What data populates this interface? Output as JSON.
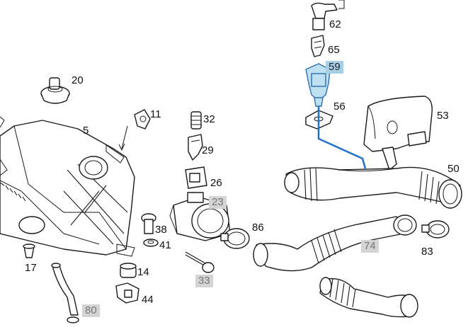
{
  "diagram": {
    "highlight_color": "#a7cfe3",
    "reference_tag_color": "#d4d4d4",
    "line_color": "#1f72c8",
    "labels": [
      {
        "id": "l62",
        "text": "62",
        "style": "plain"
      },
      {
        "id": "l65",
        "text": "65",
        "style": "plain"
      },
      {
        "id": "l59",
        "text": "59",
        "style": "highlight"
      },
      {
        "id": "l56",
        "text": "56",
        "style": "plain"
      },
      {
        "id": "l53",
        "text": "53",
        "style": "plain"
      },
      {
        "id": "l50",
        "text": "50",
        "style": "plain"
      },
      {
        "id": "l20",
        "text": "20",
        "style": "plain"
      },
      {
        "id": "l11",
        "text": "11",
        "style": "plain"
      },
      {
        "id": "l5",
        "text": "5",
        "style": "plain"
      },
      {
        "id": "l32",
        "text": "32",
        "style": "plain"
      },
      {
        "id": "l29",
        "text": "29",
        "style": "plain"
      },
      {
        "id": "l26",
        "text": "26",
        "style": "plain"
      },
      {
        "id": "l23",
        "text": "23",
        "style": "reference"
      },
      {
        "id": "l86",
        "text": "86",
        "style": "plain"
      },
      {
        "id": "l74",
        "text": "74",
        "style": "reference"
      },
      {
        "id": "l83",
        "text": "83",
        "style": "plain"
      },
      {
        "id": "l38",
        "text": "38",
        "style": "plain"
      },
      {
        "id": "l41",
        "text": "41",
        "style": "plain"
      },
      {
        "id": "l17",
        "text": "17",
        "style": "plain"
      },
      {
        "id": "l14",
        "text": "14",
        "style": "plain"
      },
      {
        "id": "l33",
        "text": "33",
        "style": "reference"
      },
      {
        "id": "l44",
        "text": "44",
        "style": "plain"
      },
      {
        "id": "l80",
        "text": "80",
        "style": "reference"
      }
    ]
  }
}
